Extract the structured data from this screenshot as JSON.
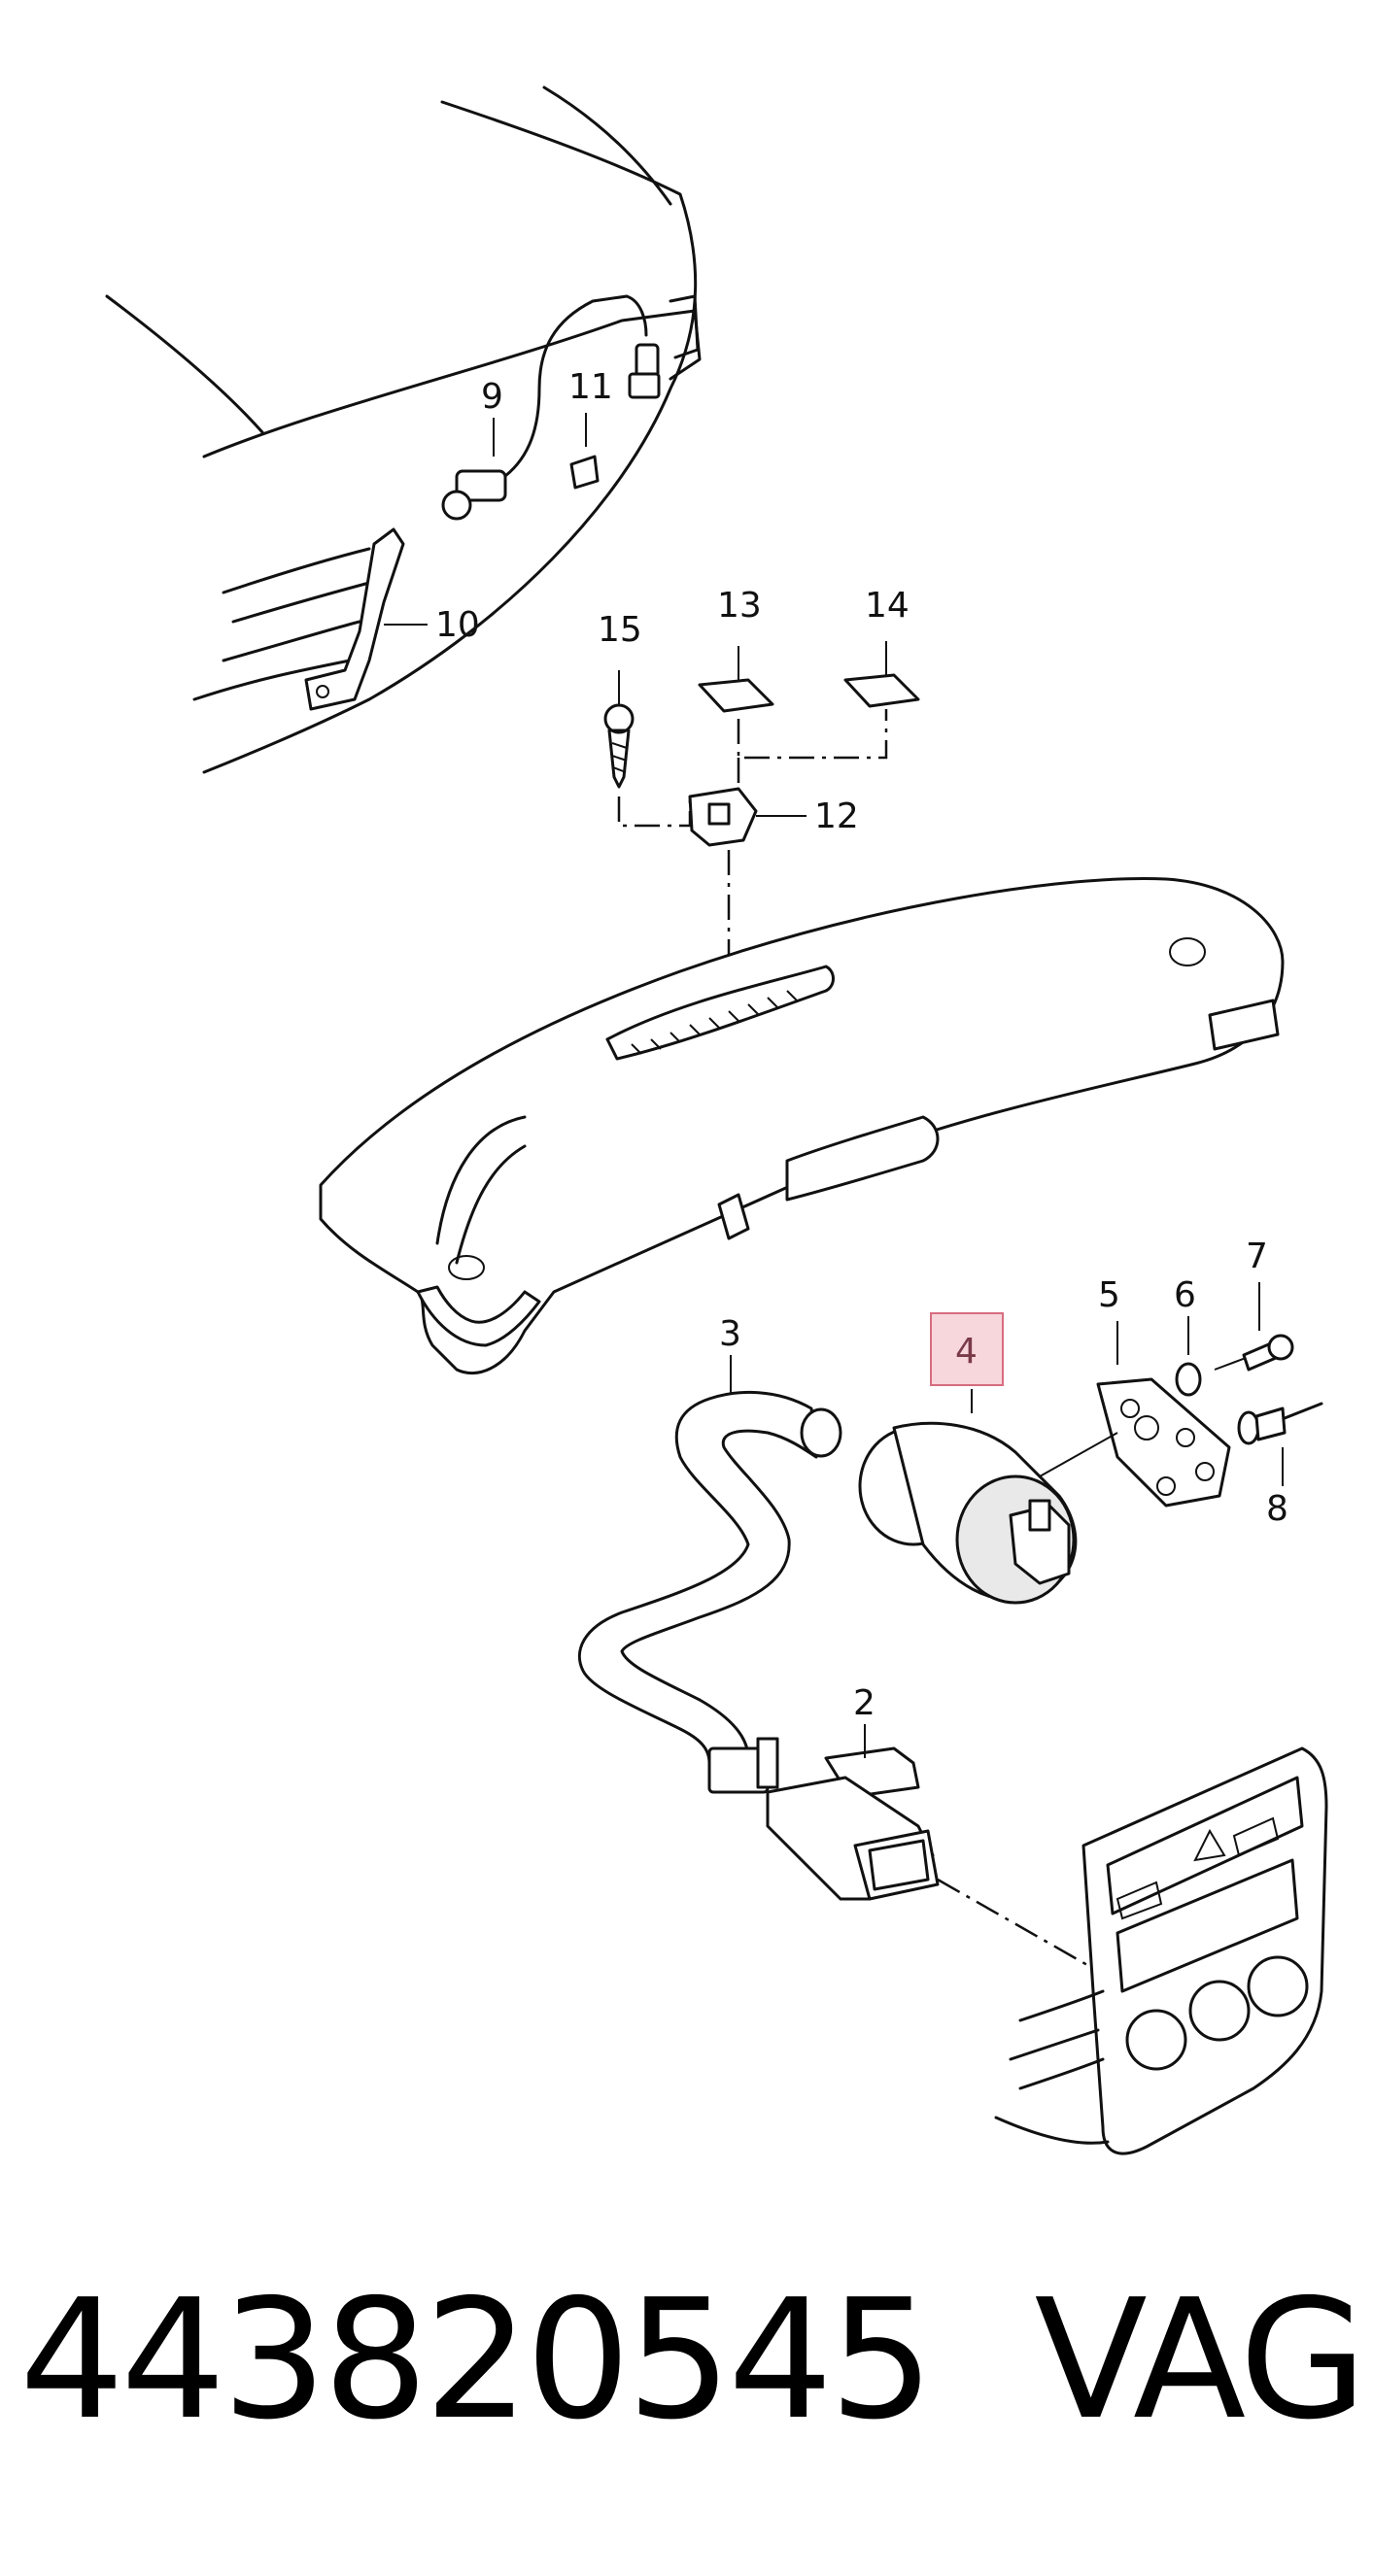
{
  "diagram": {
    "callouts": [
      {
        "id": "9",
        "label": "9"
      },
      {
        "id": "11",
        "label": "11"
      },
      {
        "id": "10",
        "label": "10"
      },
      {
        "id": "15",
        "label": "15"
      },
      {
        "id": "13",
        "label": "13"
      },
      {
        "id": "14",
        "label": "14"
      },
      {
        "id": "12",
        "label": "12"
      },
      {
        "id": "3",
        "label": "3"
      },
      {
        "id": "4",
        "label": "4",
        "highlighted": true
      },
      {
        "id": "5",
        "label": "5"
      },
      {
        "id": "6",
        "label": "6"
      },
      {
        "id": "7",
        "label": "7"
      },
      {
        "id": "8",
        "label": "8"
      },
      {
        "id": "2",
        "label": "2"
      }
    ],
    "highlight_color": "#f7d6dc"
  },
  "footer": {
    "part_number": "443820545",
    "brand": "VAG"
  }
}
